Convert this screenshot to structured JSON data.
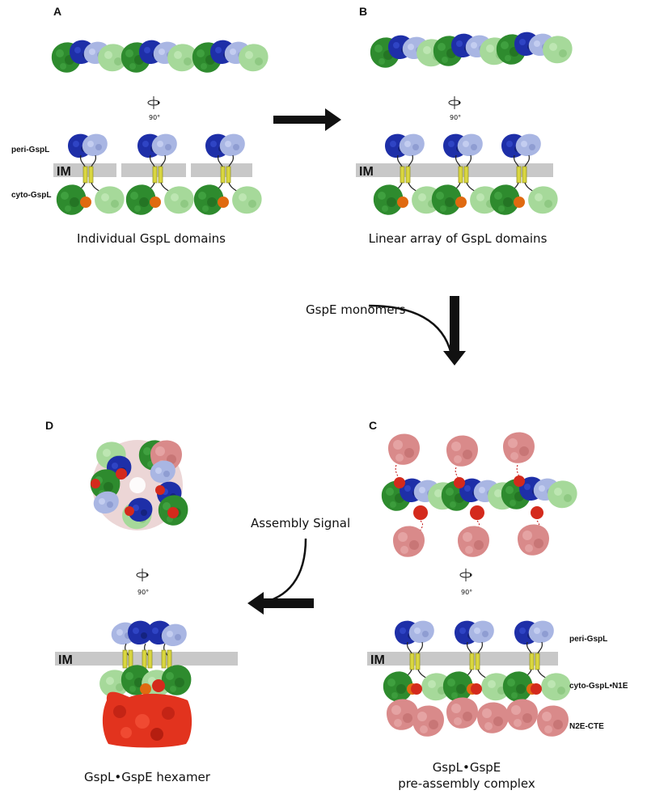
{
  "panels": {
    "a": {
      "letter": "A",
      "caption": "Individual GspL domains"
    },
    "b": {
      "letter": "B",
      "caption": "Linear array of GspL domains"
    },
    "c": {
      "letter": "C",
      "caption_line1": "GspL•GspE",
      "caption_line2": "pre-assembly complex"
    },
    "d": {
      "letter": "D",
      "caption": "GspL•GspE hexamer"
    }
  },
  "labels": {
    "peri": "peri-GspL",
    "cyto": "cyto-GspL",
    "membrane": "IM",
    "rotation": "90°",
    "c_peri": "peri-GspL",
    "c_cyto": "cyto-GspL•N1E",
    "c_n2e": "N2E-CTE"
  },
  "process": {
    "monomers": "GspE monomers",
    "signal": "Assembly Signal"
  },
  "colors": {
    "dark_green": "#2e8b2e",
    "light_green": "#a6d99a",
    "dark_blue": "#1e2fa8",
    "light_blue": "#a9b6e3",
    "orange": "#e06a10",
    "red": "#d42a1c",
    "pink": "#d98a8a",
    "membrane": "#c8c8c8",
    "helix": "#d9d640"
  }
}
